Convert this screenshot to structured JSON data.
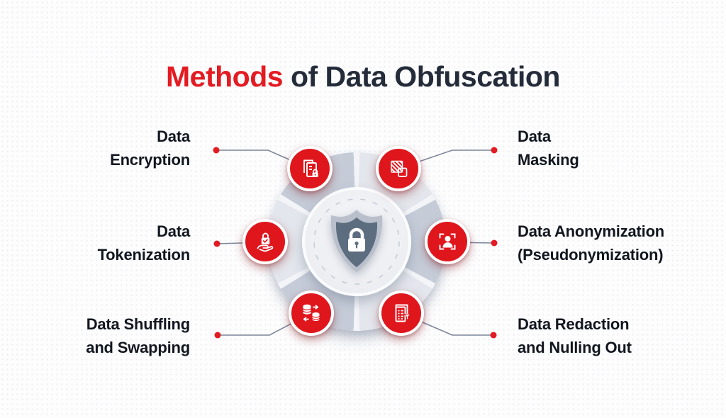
{
  "title": {
    "highlight": "Methods",
    "rest": " of Data Obfuscation"
  },
  "colors": {
    "accent_red": "#e0161d",
    "title_red": "#e31b22",
    "title_dark": "#242c3a",
    "label_text": "#12161f",
    "connector_gray": "#7c8699",
    "wedge_dark": "#c5ccd8",
    "wedge_light": "#e3e6ec",
    "shield_outer": "#b9c0cc",
    "shield_inner": "#5d6d80"
  },
  "center": {
    "icon": "shield-lock-icon"
  },
  "methods": [
    {
      "id": "data-encryption",
      "icon": "documents-lock-icon",
      "label_lines": [
        "Data",
        "Encryption"
      ]
    },
    {
      "id": "data-masking",
      "icon": "masked-squares-icon",
      "label_lines": [
        "Data",
        "Masking"
      ]
    },
    {
      "id": "data-tokenization",
      "icon": "hand-lock-icon",
      "label_lines": [
        "Data",
        "Tokenization"
      ]
    },
    {
      "id": "data-anonymization",
      "icon": "person-frame-icon",
      "label_lines": [
        "Data Anonymization",
        "(Pseudonymization)"
      ]
    },
    {
      "id": "data-shuffling",
      "icon": "database-swap-icon",
      "label_lines": [
        "Data Shuffling",
        "and Swapping"
      ]
    },
    {
      "id": "data-redaction",
      "icon": "document-filter-icon",
      "label_lines": [
        "Data Redaction",
        "and Nulling Out"
      ]
    }
  ]
}
